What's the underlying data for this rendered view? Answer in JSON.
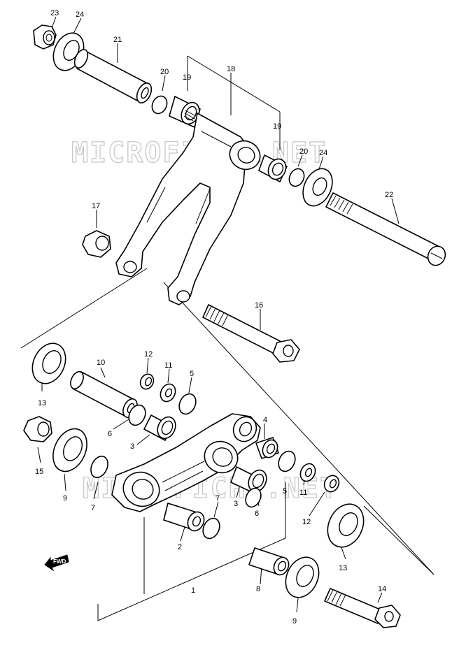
{
  "watermark_text": "MICROFICHE.NET",
  "fwd_label": "FWD",
  "callouts": {
    "c1": "1",
    "c2": "2",
    "c3a": "3",
    "c3b": "3",
    "c4": "4",
    "c5a": "5",
    "c5b": "5",
    "c6a": "6",
    "c6b": "6",
    "c7a": "7",
    "c7b": "7",
    "c8": "8",
    "c9a": "9",
    "c9b": "9",
    "c10": "10",
    "c11a": "11",
    "c11b": "11",
    "c12a": "12",
    "c12b": "12",
    "c13a": "13",
    "c13b": "13",
    "c14": "14",
    "c15": "15",
    "c16": "16",
    "c17": "17",
    "c18": "18",
    "c19a": "19",
    "c19b": "19",
    "c20a": "20",
    "c20b": "20",
    "c21": "21",
    "c22": "22",
    "c23": "23",
    "c24a": "24",
    "c24b": "24"
  }
}
